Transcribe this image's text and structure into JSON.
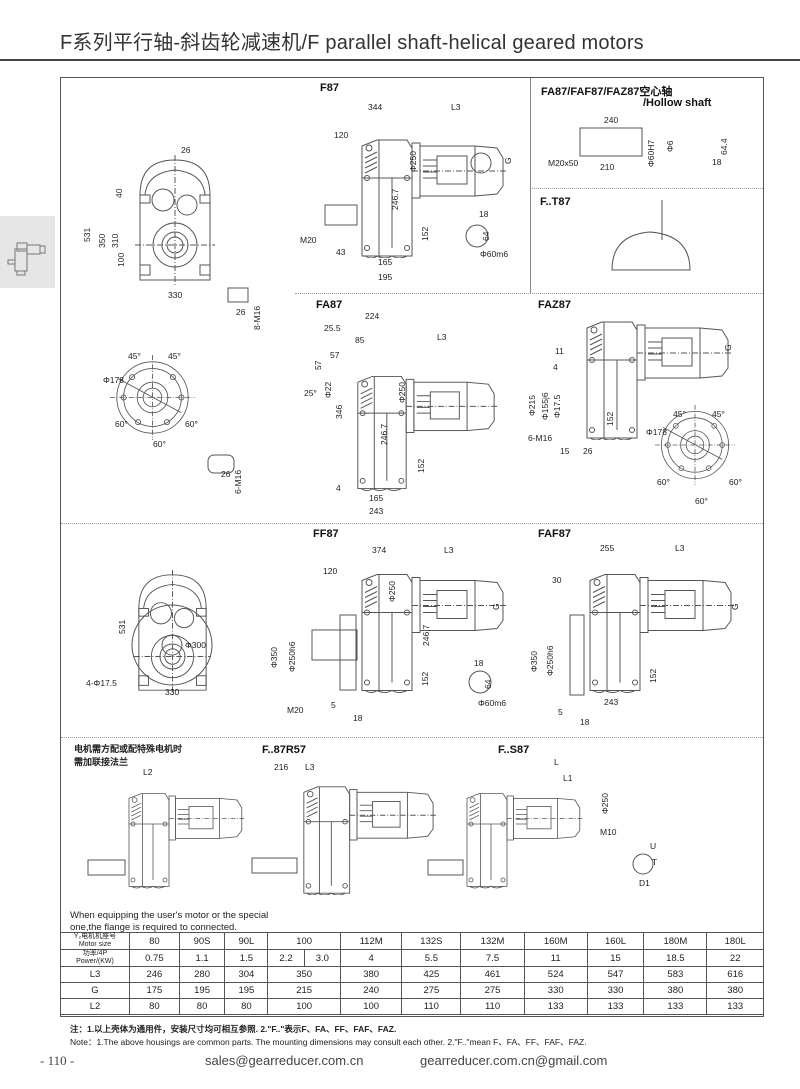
{
  "header": {
    "title": "F系列平行轴-斜齿轮减速机/F parallel shaft-helical geared motors"
  },
  "views": {
    "front_top": {
      "l1": "26",
      "l2": "40",
      "l3": "531",
      "l4": "350",
      "l5": "310",
      "l6": "100",
      "l7": "330",
      "l8": "26",
      "l9": "8-M16"
    },
    "f87": {
      "title": "F87",
      "l344": "344",
      "l3": "L3",
      "l120": "120",
      "phi250": "Φ250",
      "g": "G",
      "l2467": "246.7",
      "l18": "18",
      "l64": "64",
      "m20": "M20",
      "l43": "43",
      "l152": "152",
      "l165": "165",
      "phi60": "Φ60m6",
      "l195": "195"
    },
    "hollow": {
      "title1": "FA87/FAF87/FAZ87空心轴",
      "title2": "/Hollow shaft",
      "l240": "240",
      "phi6": "Φ6",
      "phi60h7": "Φ60H7",
      "l644": "64.4",
      "m20x50": "M20x50",
      "l210": "210",
      "l18": "18"
    },
    "ft87": {
      "title": "F..T87"
    },
    "fa_flange": {
      "a1": "45°",
      "a2": "45°",
      "phi178": "Φ178",
      "a3": "60°",
      "a4": "60°",
      "a5": "60°",
      "l26": "26",
      "m16": "6-M16"
    },
    "fa87": {
      "title": "FA87",
      "l224": "224",
      "l255": "25.5",
      "l85": "85",
      "l3": "L3",
      "l57a": "57",
      "l57b": "57",
      "phi22": "Φ22",
      "a25": "25°",
      "phi250": "Φ250",
      "l346": "346",
      "l2467": "246.7",
      "l152": "152",
      "l4": "4",
      "l165": "165",
      "l243": "243"
    },
    "faz87": {
      "title": "FAZ87",
      "g": "G",
      "l11": "11",
      "l4": "4",
      "phi215": "Φ215",
      "phi155": "Φ155j6",
      "phi175": "Φ17.5",
      "l152": "152",
      "m16": "6-M16",
      "l15": "15",
      "l26": "26",
      "phi178": "Φ178",
      "a1": "45°",
      "a2": "45°",
      "a3": "60°",
      "a4": "60°",
      "a5": "60°"
    },
    "ff_front": {
      "l531": "531",
      "phi300": "Φ300",
      "holes": "4-Φ17.5",
      "l330": "330"
    },
    "ff87": {
      "title": "FF87",
      "l374": "374",
      "l3": "L3",
      "l120": "120",
      "phi250": "Φ250",
      "g": "G",
      "phi350": "Φ350",
      "phi250h6": "Φ250h6",
      "l2467": "246.7",
      "l152": "152",
      "l18a": "18",
      "l64": "64",
      "phi60": "Φ60m6",
      "m20": "M20",
      "l5": "5",
      "l18b": "18"
    },
    "faf87": {
      "title": "FAF87",
      "l255": "255",
      "l3": "L3",
      "l30": "30",
      "g": "G",
      "phi350": "Φ350",
      "phi250h6": "Φ250h6",
      "l152": "152",
      "l243": "243",
      "l5": "5",
      "l18": "18"
    },
    "flange_note": {
      "line1": "电机需方配或配特殊电机时",
      "line2": "需加联接法兰",
      "l2": "L2"
    },
    "r57": {
      "title": "F..87R57",
      "l216": "216",
      "l3": "L3"
    },
    "s87": {
      "title": "F..S87",
      "l": "L",
      "l1": "L1",
      "phi250": "Φ250",
      "m10": "M10",
      "u": "U",
      "t": "T",
      "d1": "D1"
    }
  },
  "table_note": {
    "line1": "When equipping the user's motor or the special",
    "line2": "one,the flange is required to connected."
  },
  "table": {
    "motor_size_label_cn": "Y₂电机机座号",
    "motor_size_label_en": "Motor size",
    "power_label_cn": "功率/4P",
    "power_label_en": "Power/(KW)",
    "motor_size": [
      "80",
      "90S",
      "90L",
      "100",
      "112M",
      "132S",
      "132M",
      "160M",
      "160L",
      "180M",
      "180L"
    ],
    "power": [
      "0.75",
      "1.1",
      "1.5",
      "2.2",
      "3.0",
      "4",
      "5.5",
      "7.5",
      "11",
      "15",
      "18.5",
      "22"
    ],
    "l3_label": "L3",
    "l3": [
      "246",
      "280",
      "304",
      "350",
      "380",
      "425",
      "461",
      "524",
      "547",
      "583",
      "616"
    ],
    "g_label": "G",
    "g": [
      "175",
      "195",
      "195",
      "215",
      "240",
      "275",
      "275",
      "330",
      "330",
      "380",
      "380"
    ],
    "l2_label": "L2",
    "l2": [
      "80",
      "80",
      "80",
      "100",
      "100",
      "110",
      "110",
      "133",
      "133",
      "133",
      "133"
    ]
  },
  "notes": {
    "cn": "注：1.以上壳体为通用件，安装尺寸均可相互参照.   2.\"F..\"表示F、FA、FF、FAF、FAZ.",
    "en": "Note：1.The above housings are common parts. The mounting dimensions may consult each other.    2.\"F..\"mean F、FA、FF、FAF、FAZ."
  },
  "footer": {
    "page": "- 110 -",
    "email1": "sales@gearreducer.com.cn",
    "email2": "gearreducer.com.cn@gmail.com"
  }
}
